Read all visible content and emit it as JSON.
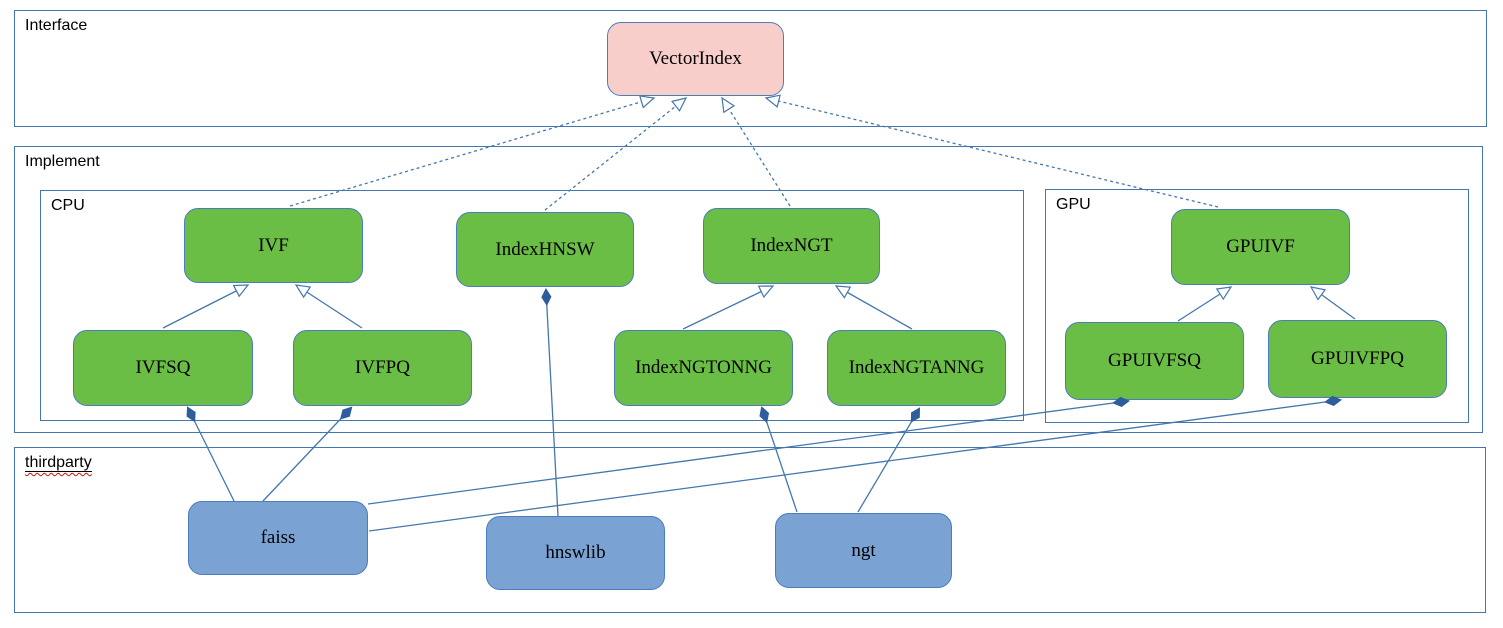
{
  "diagram": {
    "containers": {
      "interface": {
        "label": "Interface"
      },
      "implement": {
        "label": "Implement"
      },
      "cpu": {
        "label": "CPU"
      },
      "gpu": {
        "label": "GPU"
      },
      "thirdparty": {
        "label": "thirdparty"
      }
    },
    "nodes": {
      "vectorindex": {
        "label": "VectorIndex",
        "group": "interface"
      },
      "ivf": {
        "label": "IVF",
        "group": "cpu"
      },
      "indexhnsw": {
        "label": "IndexHNSW",
        "group": "cpu"
      },
      "indexngt": {
        "label": "IndexNGT",
        "group": "cpu"
      },
      "gpuivf": {
        "label": "GPUIVF",
        "group": "gpu"
      },
      "ivfsq": {
        "label": "IVFSQ",
        "group": "cpu"
      },
      "ivfpq": {
        "label": "IVFPQ",
        "group": "cpu"
      },
      "indexngtonng": {
        "label": "IndexNGTONNG",
        "group": "cpu"
      },
      "indexngtanng": {
        "label": "IndexNGTANNG",
        "group": "cpu"
      },
      "gpuivfsq": {
        "label": "GPUIVFSQ",
        "group": "gpu"
      },
      "gpuivfpq": {
        "label": "GPUIVFPQ",
        "group": "gpu"
      },
      "faiss": {
        "label": "faiss",
        "group": "thirdparty"
      },
      "hnswlib": {
        "label": "hnswlib",
        "group": "thirdparty"
      },
      "ngt": {
        "label": "ngt",
        "group": "thirdparty"
      }
    },
    "edges": {
      "realization_dashed_hollow_arrow": [
        {
          "from": "IVF",
          "to": "VectorIndex"
        },
        {
          "from": "IndexHNSW",
          "to": "VectorIndex"
        },
        {
          "from": "IndexNGT",
          "to": "VectorIndex"
        },
        {
          "from": "GPUIVF",
          "to": "VectorIndex"
        }
      ],
      "inheritance_solid_hollow_arrow": [
        {
          "from": "IVFSQ",
          "to": "IVF"
        },
        {
          "from": "IVFPQ",
          "to": "IVF"
        },
        {
          "from": "IndexNGTONNG",
          "to": "IndexNGT"
        },
        {
          "from": "IndexNGTANNG",
          "to": "IndexNGT"
        },
        {
          "from": "GPUIVFSQ",
          "to": "GPUIVF"
        },
        {
          "from": "GPUIVFPQ",
          "to": "GPUIVF"
        }
      ],
      "composition_filled_diamond": [
        {
          "from": "faiss",
          "to": "IVFSQ"
        },
        {
          "from": "faiss",
          "to": "IVFPQ"
        },
        {
          "from": "faiss",
          "to": "GPUIVFSQ"
        },
        {
          "from": "faiss",
          "to": "GPUIVFPQ"
        },
        {
          "from": "hnswlib",
          "to": "IndexHNSW"
        },
        {
          "from": "ngt",
          "to": "IndexNGTONNG"
        },
        {
          "from": "ngt",
          "to": "IndexNGTANNG"
        }
      ]
    },
    "colors": {
      "interface_node_fill": "#f8cecb",
      "implement_node_fill": "#6abd45",
      "thirdparty_node_fill": "#7aa2d2",
      "node_border": "#4a7dbb",
      "container_border": "#4377ad",
      "connector": "#4377ad",
      "diamond_fill": "#2e5d9e",
      "spellcheck_squiggle": "#cc1111"
    }
  }
}
